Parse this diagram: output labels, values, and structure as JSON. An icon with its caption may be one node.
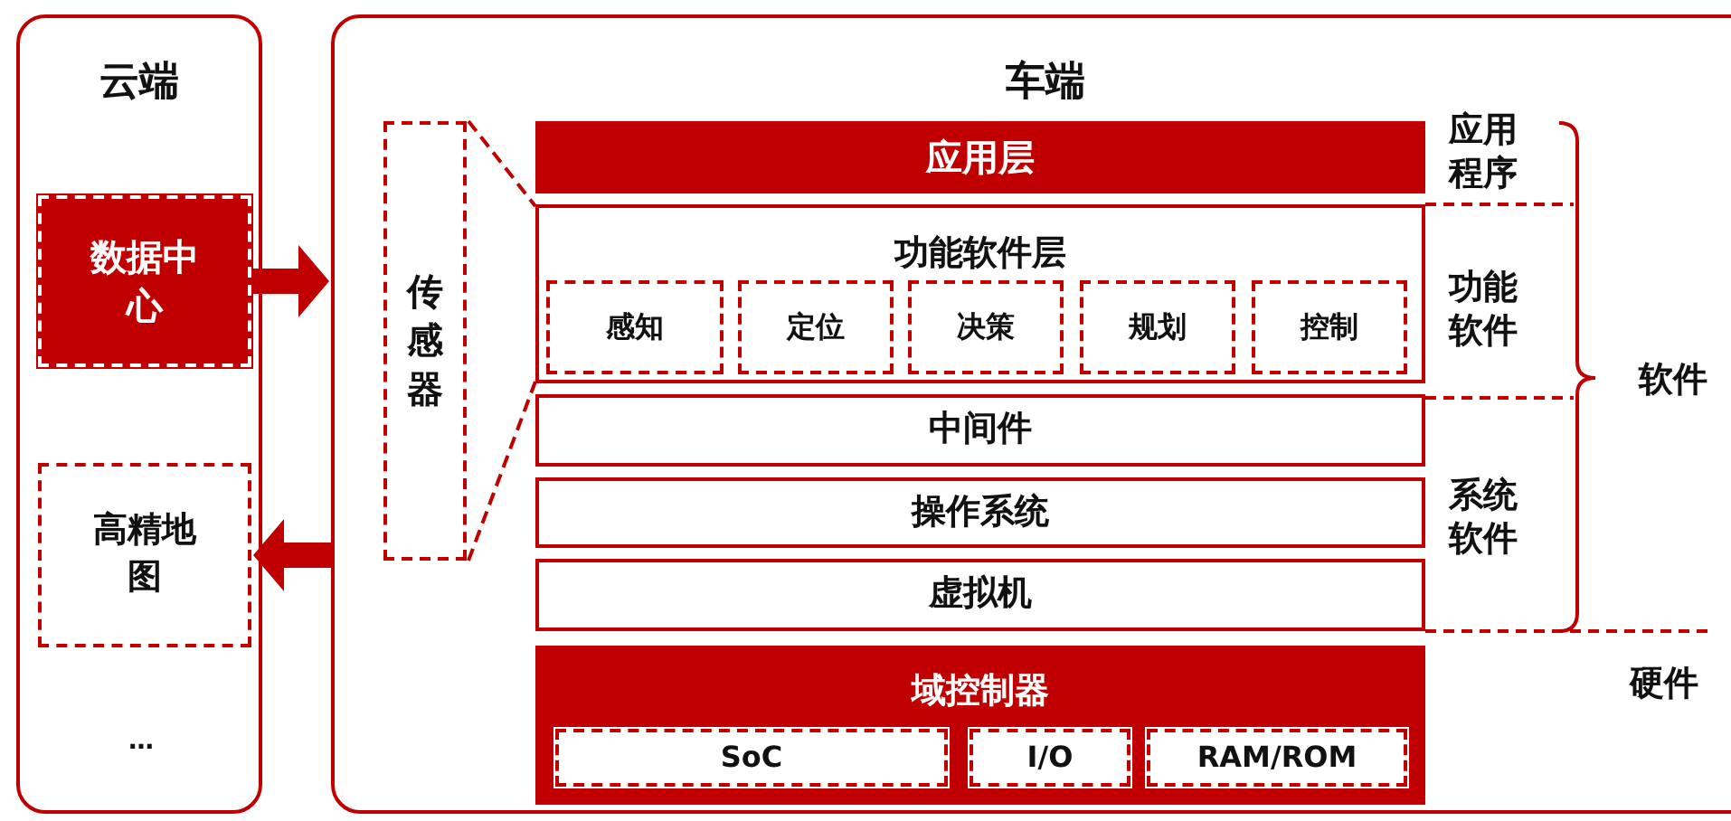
{
  "diagram": {
    "nodes": [
      {
        "text": [
          "云端"
        ]
      },
      {
        "text": [
          "数据中心"
        ],
        "in": 0
      },
      {
        "text": [
          "高精地图"
        ],
        "in": 0
      },
      {
        "text": [
          "车端"
        ]
      },
      {
        "text": [
          "传感器"
        ],
        "in": 3
      },
      {
        "text": [
          "应用层"
        ],
        "in": 3
      },
      {
        "text": [
          "功能软件层"
        ],
        "in": 3
      },
      {
        "text": [
          "感知"
        ],
        "in": 6
      },
      {
        "text": [
          "定位"
        ],
        "in": 6
      },
      {
        "text": [
          "决策"
        ],
        "in": 6
      },
      {
        "text": [
          "规划"
        ],
        "in": 6
      },
      {
        "text": [
          "控制"
        ],
        "in": 6
      },
      {
        "text": [
          "中间件"
        ],
        "in": 3
      },
      {
        "text": [
          "操作系统"
        ],
        "in": 3
      },
      {
        "text": [
          "虚拟机"
        ],
        "in": 3
      },
      {
        "text": [
          "域控制器"
        ],
        "in": 3
      },
      {
        "text": [
          "SoC"
        ],
        "in": 15
      },
      {
        "text": [
          "I/O"
        ],
        "in": 15
      },
      {
        "text": [
          "RAM/ROM"
        ],
        "in": 15
      }
    ],
    "edges": [
      {
        "from": 1,
        "to": 3,
        "arrow": "to",
        "style": "thick"
      },
      {
        "from": 3,
        "to": 2,
        "arrow": "to",
        "style": "thick"
      },
      {
        "from": 4,
        "to": 6,
        "arrow": "none",
        "style": "dashed"
      },
      {
        "from": 4,
        "to": 6,
        "arrow": "none",
        "style": "dashed"
      }
    ],
    "labels": [
      "应用程序",
      "功能软件",
      "软件",
      "系统软件",
      "硬件",
      "…"
    ]
  }
}
